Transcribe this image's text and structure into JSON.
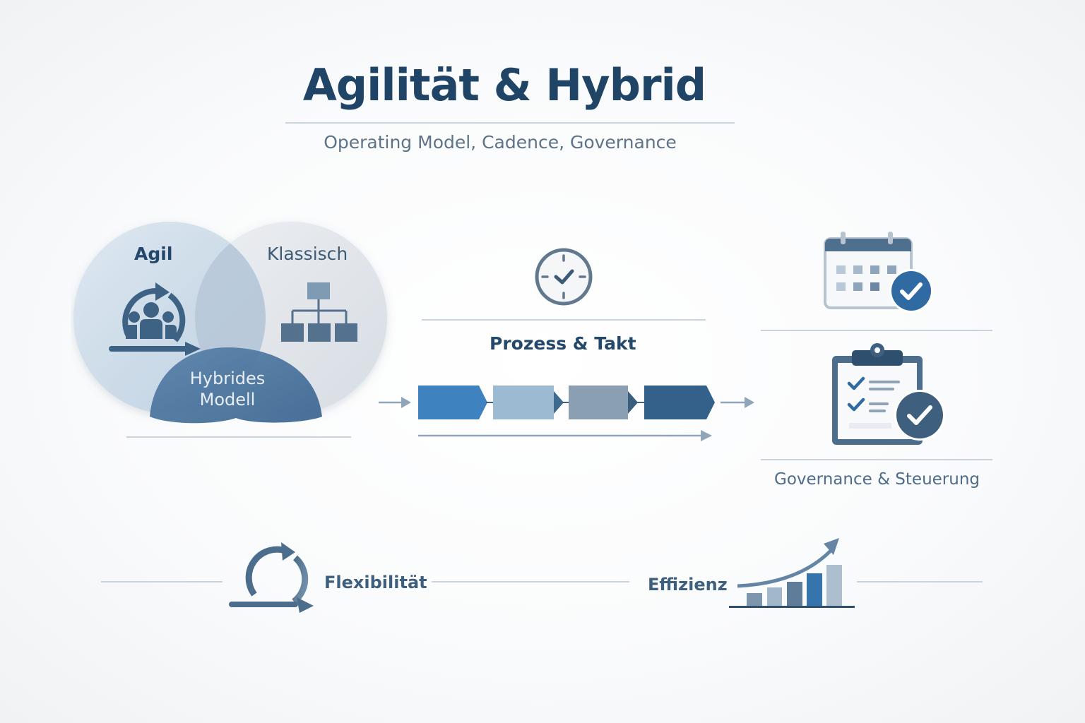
{
  "header": {
    "title": "Agilität & Hybrid",
    "subtitle": "Operating Model, Cadence, Governance"
  },
  "venn": {
    "left_label": "Agil",
    "right_label": "Klassisch",
    "overlap_label_line1": "Hybrides",
    "overlap_label_line2": "Modell",
    "left_icon": "agile-team-cycle-icon",
    "right_icon": "org-hierarchy-icon"
  },
  "process": {
    "icon": "clock-check-icon",
    "label": "Prozess & Takt",
    "steps": [
      {
        "color": "#3f82c0"
      },
      {
        "color": "#9dbad3"
      },
      {
        "color": "#8b9fb2"
      },
      {
        "color": "#33618a"
      }
    ]
  },
  "governance": {
    "icons": [
      "calendar-check-icon",
      "clipboard-check-icon"
    ],
    "label": "Governance & Steuerung"
  },
  "bottom": {
    "flex_label": "Flexibilität",
    "flex_icon": "loop-arrow-icon",
    "eff_label": "Effizienz",
    "eff_icon": "growth-bar-chart-icon"
  },
  "colors": {
    "primary": "#1f4466",
    "accent": "#2f6aa3",
    "muted": "#5f7387",
    "line": "#c9d3dd"
  }
}
